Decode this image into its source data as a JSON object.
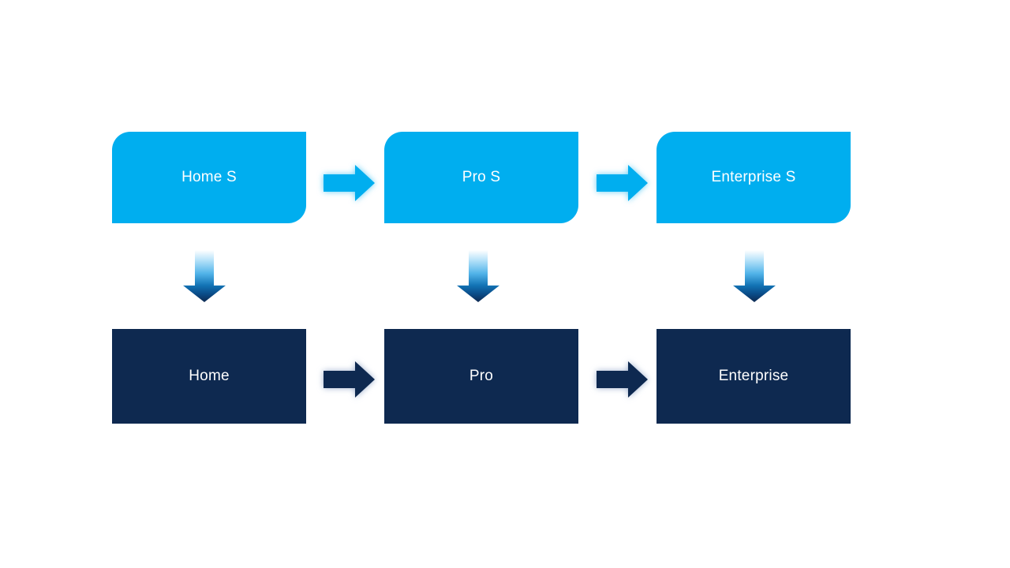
{
  "canvas": {
    "background": "#ffffff"
  },
  "colors": {
    "canvas_bg": "#ffffff",
    "top_box_fill": "#00aeef",
    "bottom_box_fill": "#0e2950",
    "label_text": "#ffffff",
    "top_arrow_fill": "#00aeef",
    "top_arrow_glow": "rgba(0,174,239,0.6)",
    "bottom_arrow_fill": "#0e2950",
    "bottom_arrow_glow": "rgba(125,150,190,0.75)",
    "down_arrow_grad_0": "#ffffff",
    "down_arrow_grad_1": "#bce4fa",
    "down_arrow_grad_2": "#52b4e9",
    "down_arrow_grad_3": "#1273b5",
    "down_arrow_grad_4": "#0a4a86",
    "down_arrow_grad_5": "#0e2950"
  },
  "diagram": {
    "type": "process-flow",
    "rows": 2,
    "columns": [
      {
        "top": {
          "label": "Home S"
        },
        "bottom": {
          "label": "Home"
        }
      },
      {
        "top": {
          "label": "Pro S"
        },
        "bottom": {
          "label": "Pro"
        }
      },
      {
        "top": {
          "label": "Enterprise S"
        },
        "bottom": {
          "label": "Enterprise"
        }
      }
    ],
    "connectors": {
      "horizontal_top_count": 2,
      "horizontal_bottom_count": 2,
      "vertical_count": 3,
      "horizontal_style": "block-arrow-right-glow",
      "vertical_style": "block-arrow-down-gradient"
    }
  }
}
